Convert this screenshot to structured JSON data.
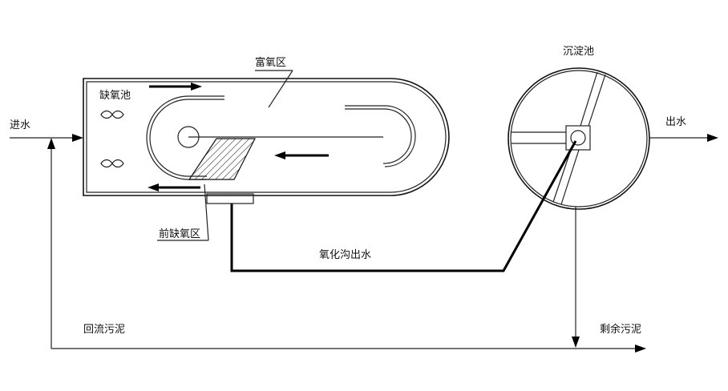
{
  "labels": {
    "inlet": "进水",
    "anoxic_tank": "缺氧池",
    "aerobic_zone": "富氧区",
    "pre_anoxic_zone": "前缺氧区",
    "ditch_effluent": "氧化沟出水",
    "clarifier": "沉淀池",
    "outlet": "出水",
    "return_sludge": "回流污泥",
    "excess_sludge": "剩余污泥"
  }
}
